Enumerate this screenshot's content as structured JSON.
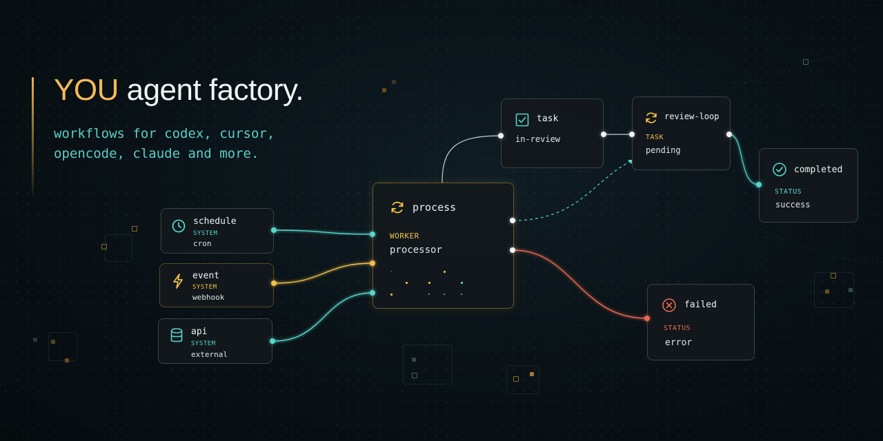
{
  "headline": {
    "highlight": "YOU",
    "rest": "agent factory."
  },
  "subtitle": {
    "line1": "workflows for codex, cursor,",
    "line2": "opencode, claude and more."
  },
  "nodes": {
    "schedule": {
      "title": "schedule",
      "meta": "SYSTEM",
      "value": "cron",
      "icon": "clock-icon"
    },
    "event": {
      "title": "event",
      "meta": "SYSTEM",
      "value": "webhook",
      "icon": "lightning-icon"
    },
    "api": {
      "title": "api",
      "meta": "SYSTEM",
      "value": "external",
      "icon": "database-icon"
    },
    "process": {
      "title": "process",
      "meta": "WORKER",
      "value": "processor",
      "icon": "refresh-icon"
    },
    "task": {
      "title": "task",
      "value": "in-review",
      "icon": "checkbox-icon"
    },
    "review_loop": {
      "title": "review-loop",
      "meta": "TASK",
      "value": "pending",
      "icon": "refresh-icon"
    },
    "completed": {
      "title": "completed",
      "meta": "STATUS",
      "value": "success",
      "icon": "check-circle-icon"
    },
    "failed": {
      "title": "failed",
      "meta": "STATUS",
      "value": "error",
      "icon": "x-circle-icon"
    }
  },
  "colors": {
    "accent": "#f5b85a",
    "teal": "#56d6cc",
    "yellow": "#f3c04a",
    "red": "#ee6a4f"
  }
}
